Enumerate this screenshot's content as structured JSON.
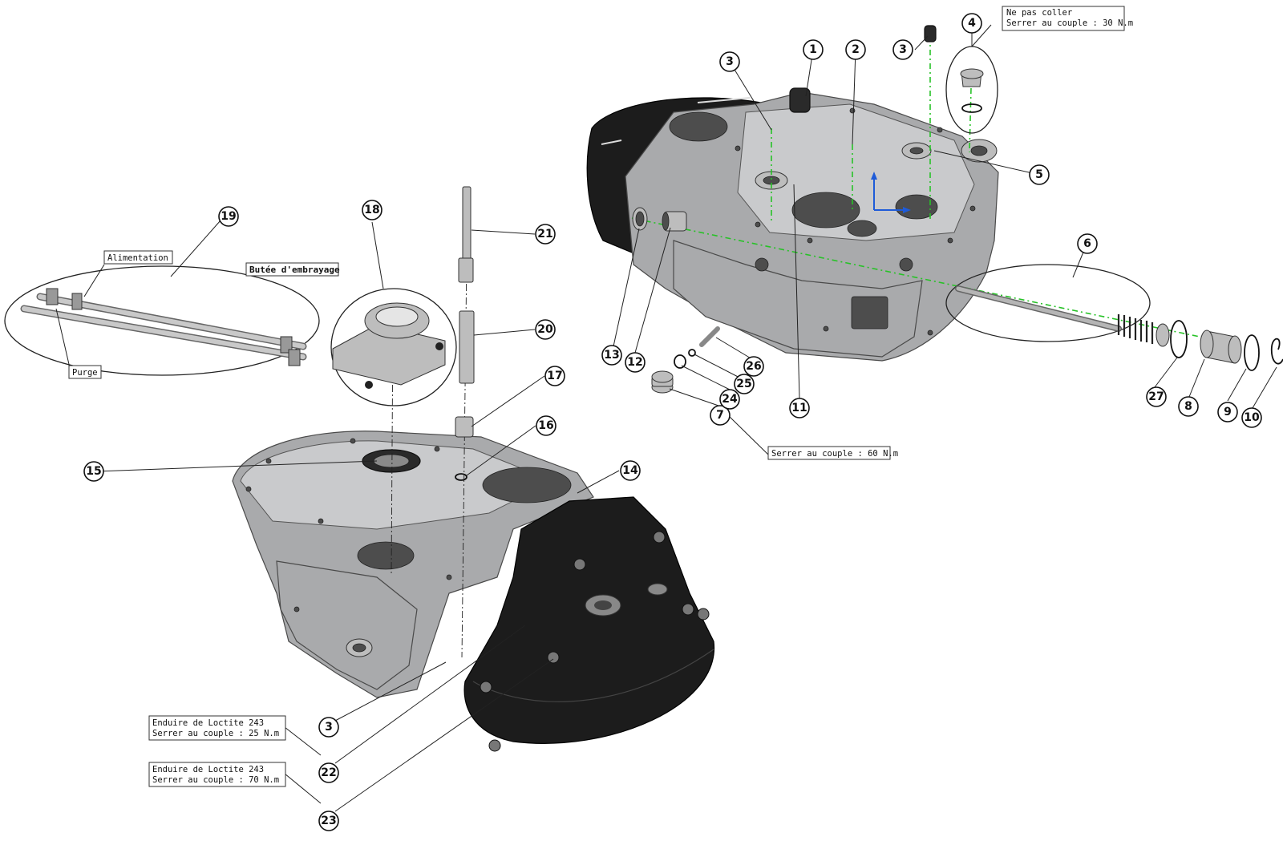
{
  "callouts": [
    {
      "id": "c1",
      "label": "1"
    },
    {
      "id": "c2",
      "label": "2"
    },
    {
      "id": "c3a",
      "label": "3"
    },
    {
      "id": "c3b",
      "label": "3"
    },
    {
      "id": "c3c",
      "label": "3"
    },
    {
      "id": "c4",
      "label": "4"
    },
    {
      "id": "c5",
      "label": "5"
    },
    {
      "id": "c6",
      "label": "6"
    },
    {
      "id": "c7",
      "label": "7"
    },
    {
      "id": "c8",
      "label": "8"
    },
    {
      "id": "c9",
      "label": "9"
    },
    {
      "id": "c10",
      "label": "10"
    },
    {
      "id": "c11",
      "label": "11"
    },
    {
      "id": "c12",
      "label": "12"
    },
    {
      "id": "c13",
      "label": "13"
    },
    {
      "id": "c14",
      "label": "14"
    },
    {
      "id": "c15",
      "label": "15"
    },
    {
      "id": "c16",
      "label": "16"
    },
    {
      "id": "c17",
      "label": "17"
    },
    {
      "id": "c18",
      "label": "18"
    },
    {
      "id": "c19",
      "label": "19"
    },
    {
      "id": "c20",
      "label": "20"
    },
    {
      "id": "c21",
      "label": "21"
    },
    {
      "id": "c22",
      "label": "22"
    },
    {
      "id": "c23",
      "label": "23"
    },
    {
      "id": "c24",
      "label": "24"
    },
    {
      "id": "c25",
      "label": "25"
    },
    {
      "id": "c26",
      "label": "26"
    },
    {
      "id": "c27",
      "label": "27"
    }
  ],
  "notes": {
    "ne_pas_coller_line1": "Ne pas coller",
    "ne_pas_coller_line2": "Serrer au couple : 30 N.m",
    "couple_60": "Serrer au couple : 60 N.m",
    "alimentation": "Alimentation",
    "purge": "Purge",
    "butee": "Butée d'embrayage",
    "loctite_25_line1": "Enduire de Loctite 243",
    "loctite_25_line2": "Serrer au couple : 25 N.m",
    "loctite_70_line1": "Enduire de Loctite 243",
    "loctite_70_line2": "Serrer au couple : 70 N.m"
  },
  "colors": {
    "housing": "#a9aaac",
    "cover": "#1c1c1c",
    "axis": "#27c227",
    "triad_blue": "#1e5bd8"
  }
}
